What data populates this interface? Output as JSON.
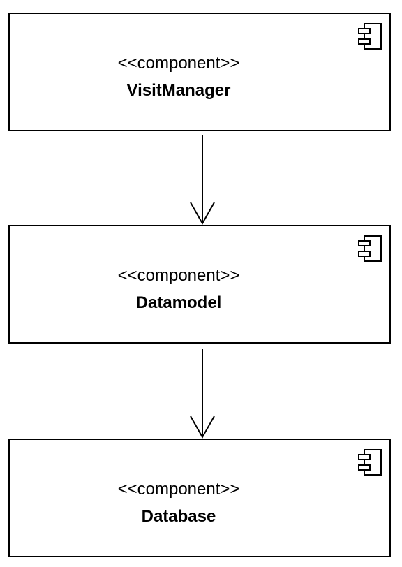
{
  "diagram": {
    "components": [
      {
        "stereotype": "<<component>>",
        "name": "VisitManager",
        "icon": "component-icon"
      },
      {
        "stereotype": "<<component>>",
        "name": "Datamodel",
        "icon": "component-icon"
      },
      {
        "stereotype": "<<component>>",
        "name": "Database",
        "icon": "component-icon"
      }
    ],
    "dependencies": [
      {
        "from": "VisitManager",
        "to": "Datamodel"
      },
      {
        "from": "Datamodel",
        "to": "Database"
      }
    ],
    "colors": {
      "stroke": "#000000",
      "background": "#ffffff"
    }
  }
}
